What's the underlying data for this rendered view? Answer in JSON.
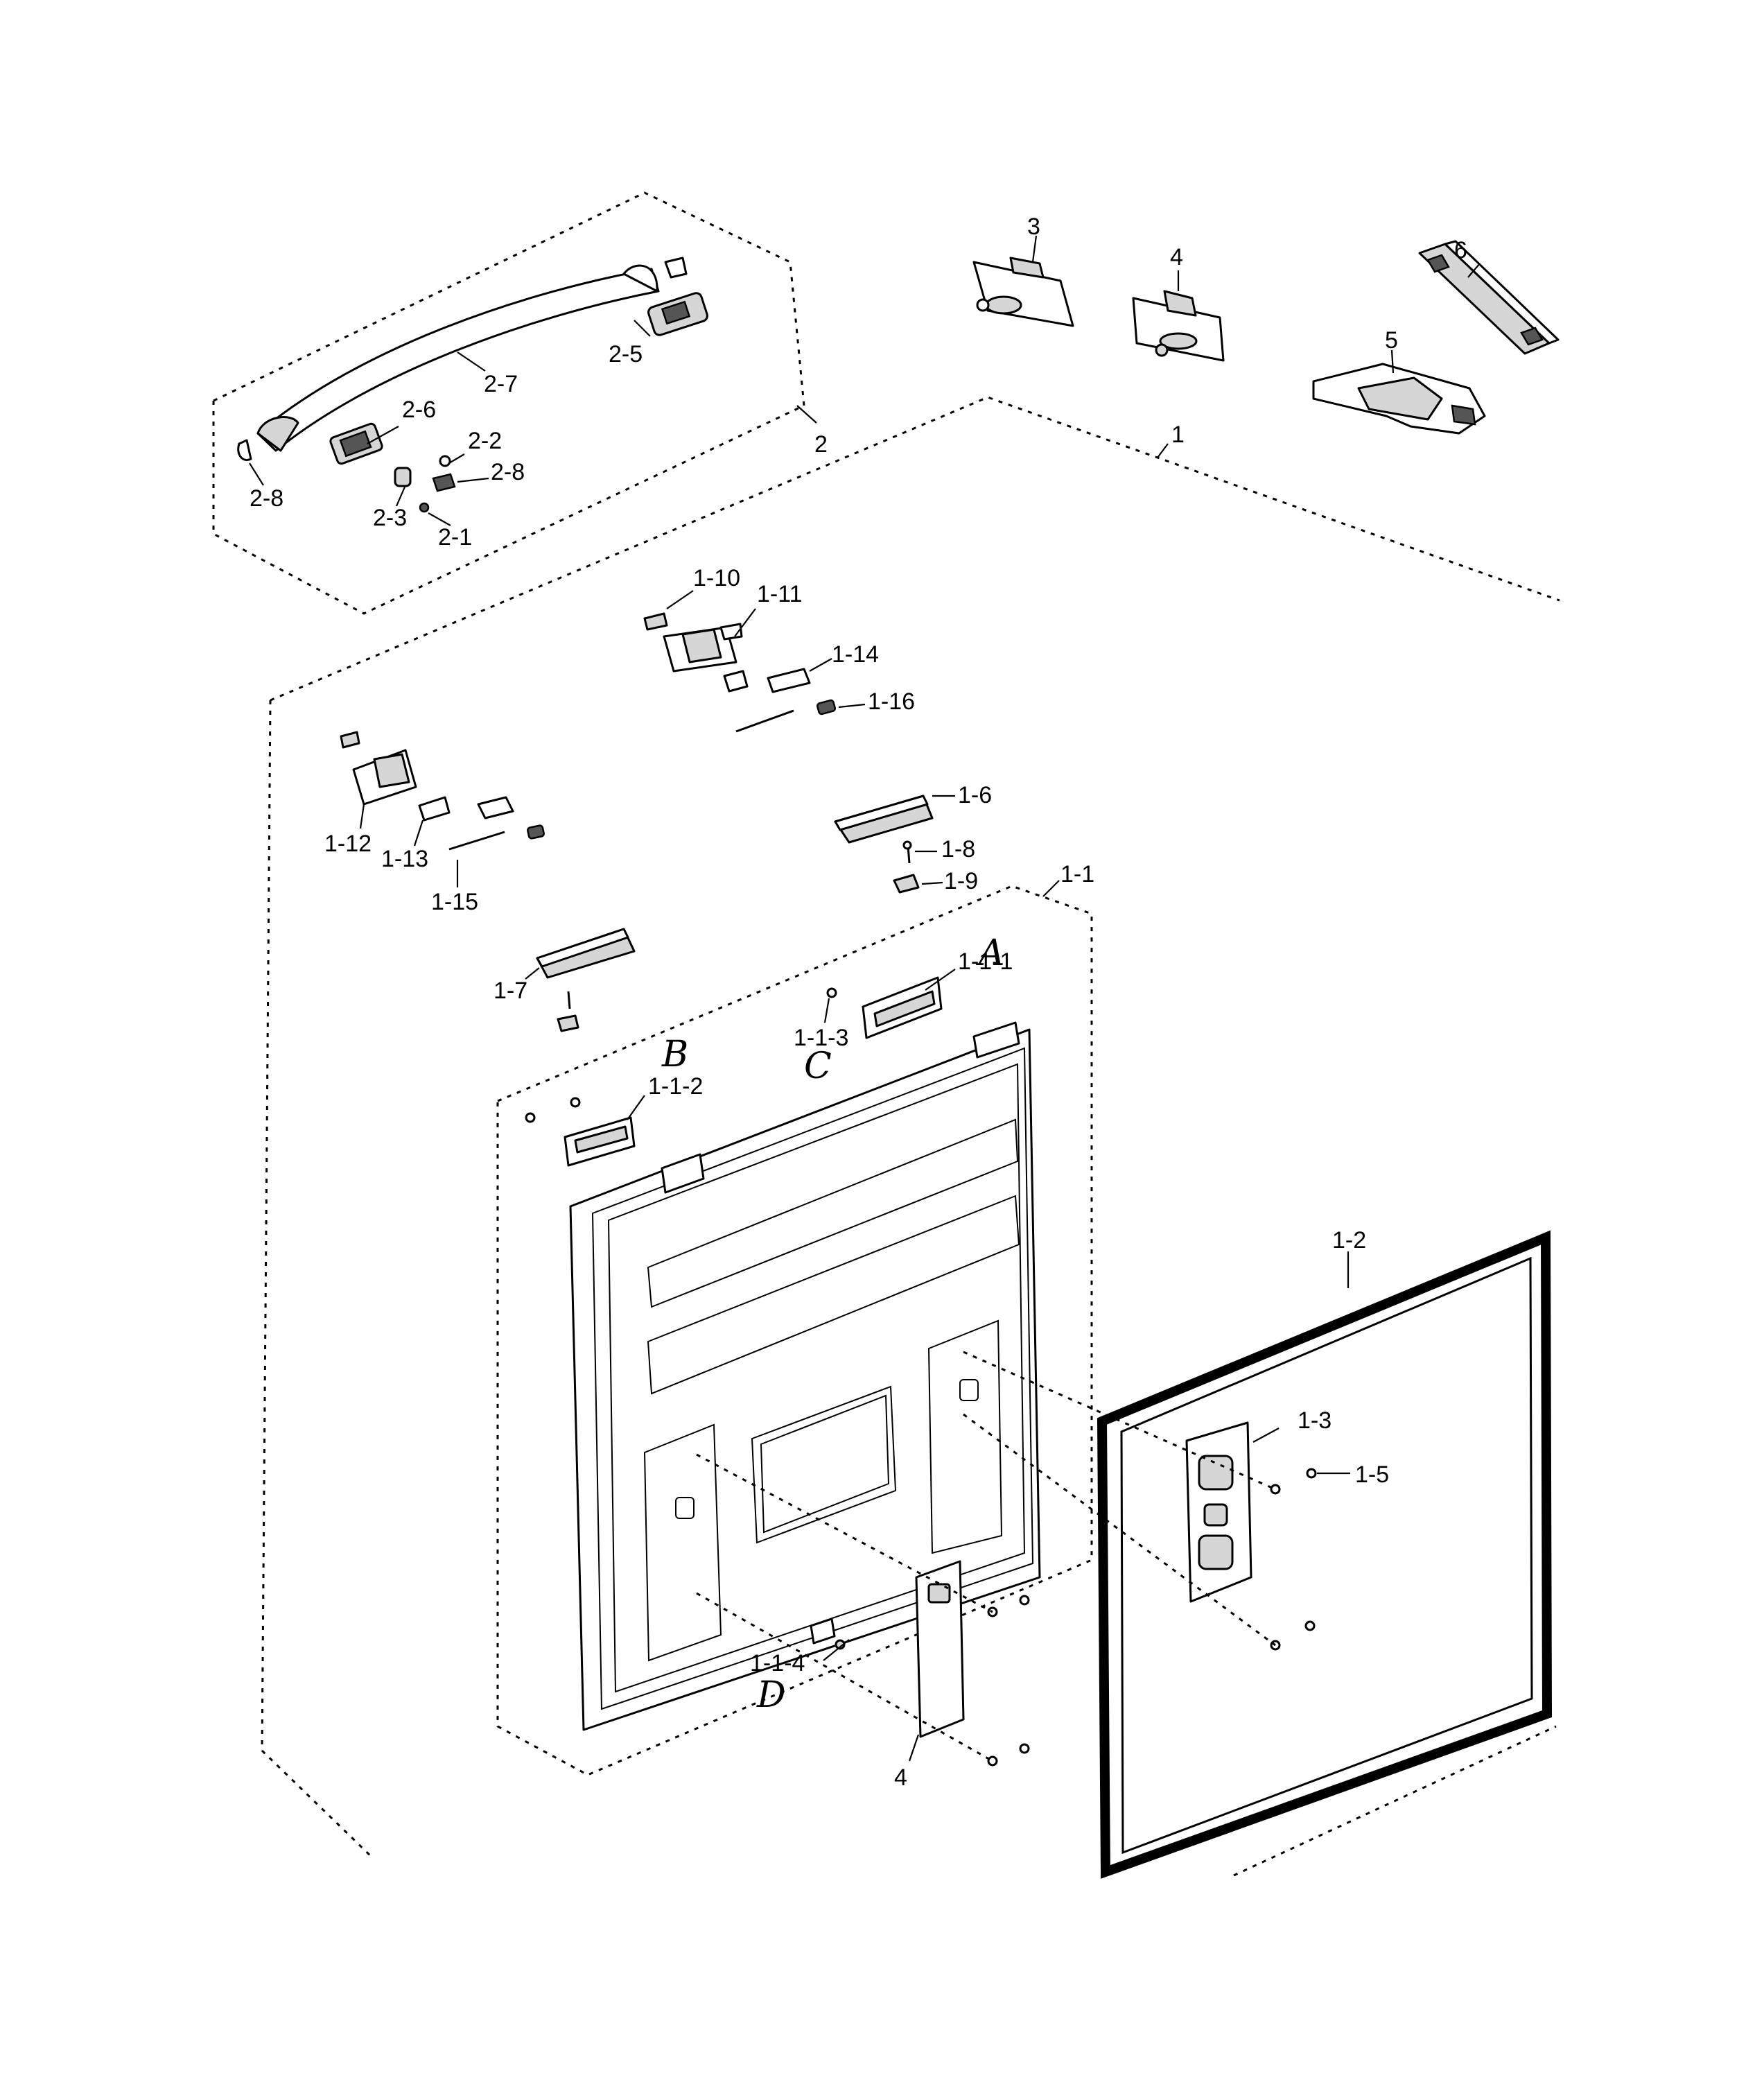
{
  "callouts": {
    "c2_8a": "2-8",
    "c2_8b": "2-8",
    "c2_7": "2-7",
    "c2_6": "2-6",
    "c2_5": "2-5",
    "c2_2": "2-2",
    "c2_3": "2-3",
    "c2_1": "2-1",
    "c2": "2",
    "c3": "3",
    "c4_top": "4",
    "c5": "5",
    "c6": "6",
    "c1": "1",
    "c1_10": "1-10",
    "c1_11": "1-11",
    "c1_14": "1-14",
    "c1_16": "1-16",
    "c1_12": "1-12",
    "c1_13": "1-13",
    "c1_15": "1-15",
    "c1_6": "1-6",
    "c1_8": "1-8",
    "c1_9": "1-9",
    "c1_1": "1-1",
    "c1_7": "1-7",
    "c1_1_1": "1-1-1",
    "c1_1_3": "1-1-3",
    "c1_1_2": "1-1-2",
    "c1_2": "1-2",
    "c1_3": "1-3",
    "c1_5": "1-5",
    "c1_1_4": "1-1-4",
    "c4_bottom": "4"
  },
  "handwritten": {
    "A": "A",
    "B": "B",
    "C": "C",
    "D": "D"
  }
}
